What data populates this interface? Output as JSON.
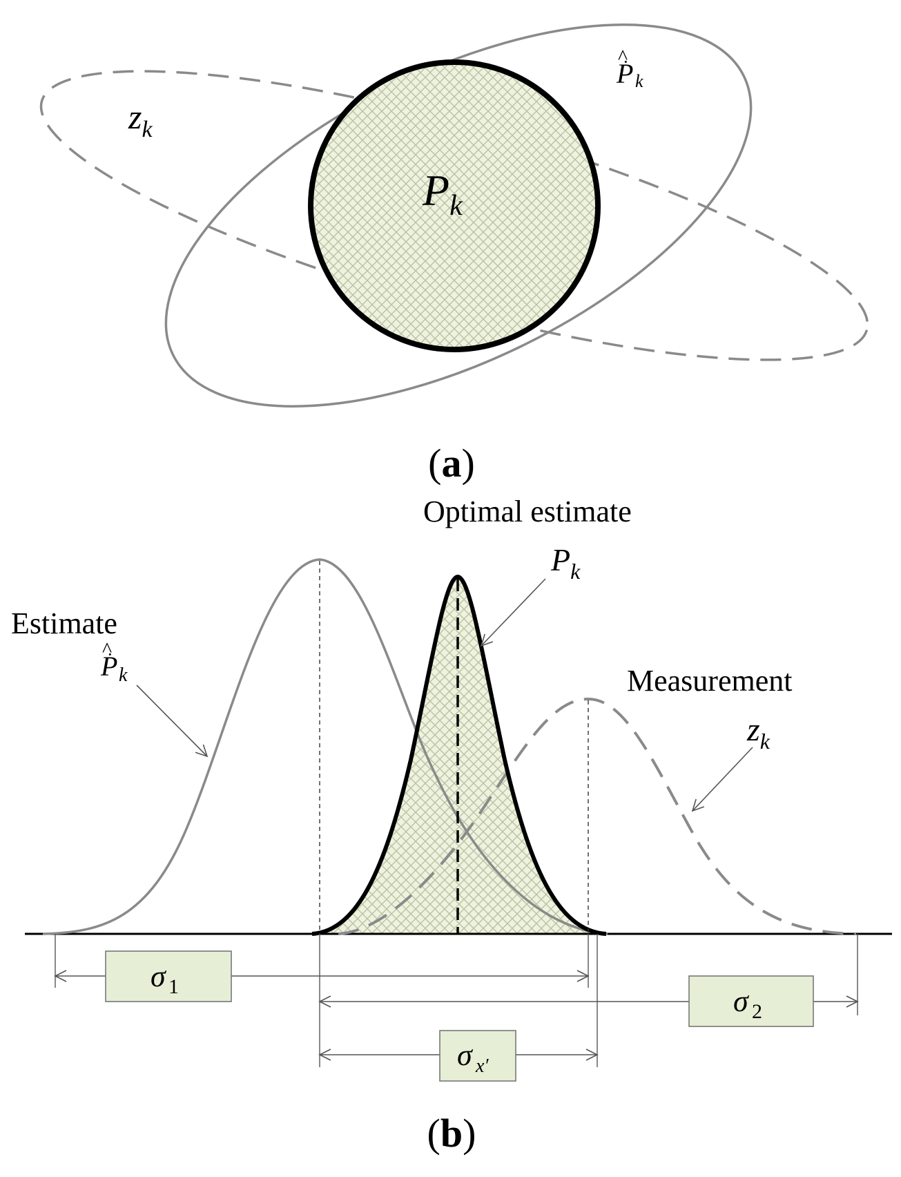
{
  "panel_a": {
    "label_open": "(",
    "label_letter": "a",
    "label_close": ")",
    "measurement_symbol": {
      "base": "z",
      "sub": "k"
    },
    "estimate_symbol": {
      "base": "P",
      "accent": "^",
      "dot": "·",
      "sub": "k"
    },
    "optimal_symbol": {
      "base": "P",
      "sub": "k"
    }
  },
  "panel_b": {
    "label_open": "(",
    "label_letter": "b",
    "label_close": ")",
    "title": "Optimal estimate",
    "optimal_symbol": {
      "base": "P",
      "sub": "k"
    },
    "estimate_label": "Estimate",
    "estimate_symbol": {
      "base": "P",
      "accent": "^",
      "dot": "·",
      "sub": "k"
    },
    "measurement_label": "Measurement",
    "measurement_symbol": {
      "base": "z",
      "sub": "k"
    },
    "sigma_1": {
      "base": "σ",
      "sub": "1"
    },
    "sigma_2": {
      "base": "σ",
      "sub": "2"
    },
    "sigma_x": {
      "base": "σ",
      "sub": "x′"
    }
  },
  "colors": {
    "gray_line": "#8a8a8a",
    "dash_line": "#8a8a8a",
    "optimal_line": "#000000",
    "hatch_fill": "#eef2df",
    "hatch_line": "#b9c3a2",
    "box_fill": "#e6efd6",
    "box_stroke": "#777777"
  }
}
